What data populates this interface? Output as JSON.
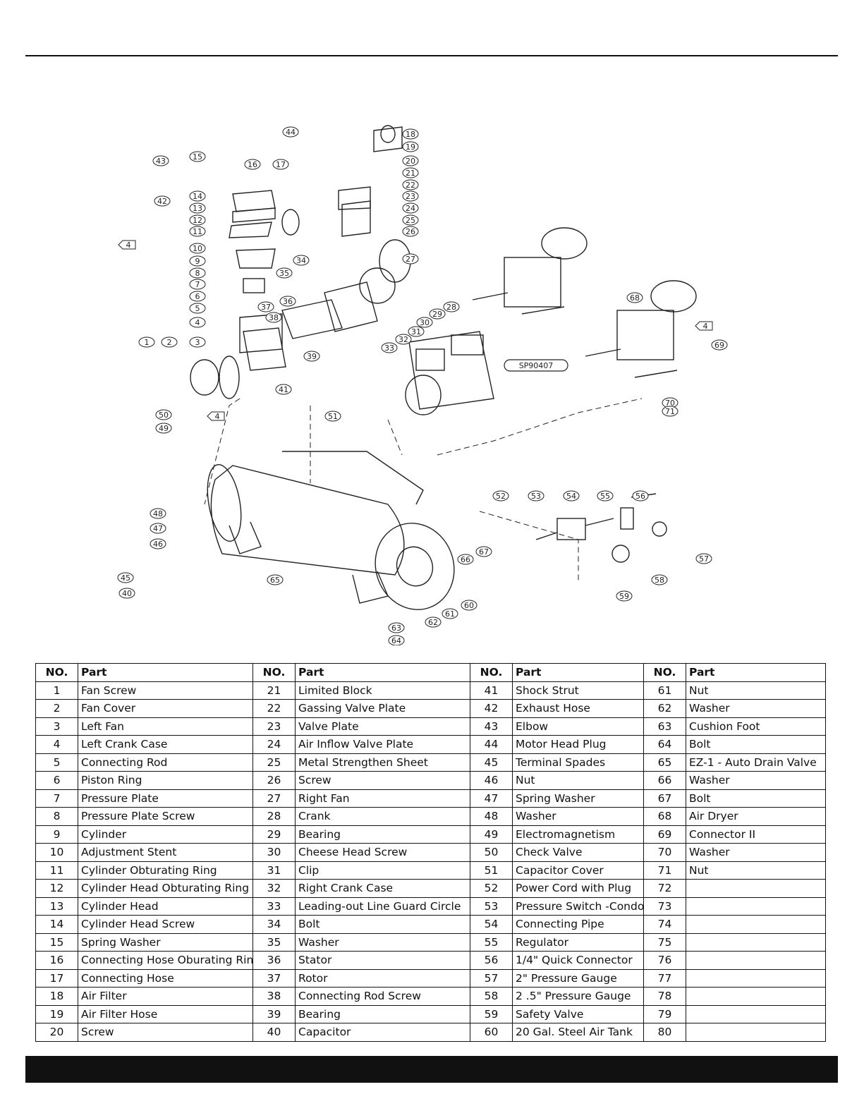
{
  "diagram": {
    "callouts": [
      "1",
      "2",
      "3",
      "4",
      "5",
      "6",
      "7",
      "8",
      "9",
      "10",
      "11",
      "12",
      "13",
      "14",
      "15",
      "16",
      "17",
      "18",
      "19",
      "20",
      "21",
      "22",
      "23",
      "24",
      "25",
      "26",
      "27",
      "28",
      "29",
      "30",
      "31",
      "32",
      "33",
      "34",
      "35",
      "36",
      "37",
      "38",
      "39",
      "40",
      "41",
      "42",
      "43",
      "44",
      "45",
      "46",
      "47",
      "48",
      "49",
      "50",
      "51",
      "52",
      "53",
      "54",
      "55",
      "56",
      "57",
      "58",
      "59",
      "60",
      "61",
      "62",
      "63",
      "64",
      "65",
      "66",
      "67",
      "68",
      "69",
      "70",
      "71"
    ],
    "model_tag": "SP90407",
    "ref_tag": "4"
  },
  "table": {
    "headers": {
      "no": "NO.",
      "part": "Part"
    },
    "rows": [
      [
        [
          "1",
          "Fan Screw"
        ],
        [
          "21",
          "Limited Block"
        ],
        [
          "41",
          "Shock Strut"
        ],
        [
          "61",
          "Nut"
        ]
      ],
      [
        [
          "2",
          "Fan Cover"
        ],
        [
          "22",
          "Gassing Valve Plate"
        ],
        [
          "42",
          "Exhaust Hose"
        ],
        [
          "62",
          "Washer"
        ]
      ],
      [
        [
          "3",
          "Left Fan"
        ],
        [
          "23",
          "Valve Plate"
        ],
        [
          "43",
          "Elbow"
        ],
        [
          "63",
          "Cushion Foot"
        ]
      ],
      [
        [
          "4",
          "Left Crank Case"
        ],
        [
          "24",
          "Air Inflow Valve Plate"
        ],
        [
          "44",
          "Motor Head Plug"
        ],
        [
          "64",
          "Bolt"
        ]
      ],
      [
        [
          "5",
          "Connecting Rod"
        ],
        [
          "25",
          "Metal Strengthen Sheet"
        ],
        [
          "45",
          "Terminal Spades"
        ],
        [
          "65",
          "EZ-1 - Auto Drain Valve"
        ]
      ],
      [
        [
          "6",
          "Piston Ring"
        ],
        [
          "26",
          "Screw"
        ],
        [
          "46",
          "Nut"
        ],
        [
          "66",
          "Washer"
        ]
      ],
      [
        [
          "7",
          "Pressure Plate"
        ],
        [
          "27",
          "Right Fan"
        ],
        [
          "47",
          "Spring Washer"
        ],
        [
          "67",
          "Bolt"
        ]
      ],
      [
        [
          "8",
          "Pressure Plate Screw"
        ],
        [
          "28",
          "Crank"
        ],
        [
          "48",
          "Washer"
        ],
        [
          "68",
          "Air Dryer"
        ]
      ],
      [
        [
          "9",
          "Cylinder"
        ],
        [
          "29",
          "Bearing"
        ],
        [
          "49",
          "Electromagnetism"
        ],
        [
          "69",
          "Connector II"
        ]
      ],
      [
        [
          "10",
          "Adjustment Stent"
        ],
        [
          "30",
          "Cheese Head Screw"
        ],
        [
          "50",
          "Check Valve"
        ],
        [
          "70",
          "Washer"
        ]
      ],
      [
        [
          "11",
          "Cylinder Obturating Ring"
        ],
        [
          "31",
          "Clip"
        ],
        [
          "51",
          "Capacitor Cover"
        ],
        [
          "71",
          "Nut"
        ]
      ],
      [
        [
          "12",
          "Cylinder Head Obturating Ring"
        ],
        [
          "32",
          "Right Crank Case"
        ],
        [
          "52",
          "Power Cord with Plug"
        ],
        [
          "72",
          ""
        ]
      ],
      [
        [
          "13",
          "Cylinder Head"
        ],
        [
          "33",
          "Leading-out Line Guard Circle"
        ],
        [
          "53",
          "Pressure Switch -Condor"
        ],
        [
          "73",
          ""
        ]
      ],
      [
        [
          "14",
          "Cylinder Head Screw"
        ],
        [
          "34",
          "Bolt"
        ],
        [
          "54",
          "Connecting Pipe"
        ],
        [
          "74",
          ""
        ]
      ],
      [
        [
          "15",
          "Spring Washer"
        ],
        [
          "35",
          "Washer"
        ],
        [
          "55",
          "Regulator"
        ],
        [
          "75",
          ""
        ]
      ],
      [
        [
          "16",
          "Connecting Hose Oburating Ring"
        ],
        [
          "36",
          "Stator"
        ],
        [
          "56",
          "1/4\" Quick Connector"
        ],
        [
          "76",
          ""
        ]
      ],
      [
        [
          "17",
          "Connecting Hose"
        ],
        [
          "37",
          "Rotor"
        ],
        [
          "57",
          "2\" Pressure Gauge"
        ],
        [
          "77",
          ""
        ]
      ],
      [
        [
          "18",
          "Air Filter"
        ],
        [
          "38",
          "Connecting Rod Screw"
        ],
        [
          "58",
          "2 .5\" Pressure Gauge"
        ],
        [
          "78",
          ""
        ]
      ],
      [
        [
          "19",
          "Air Filter Hose"
        ],
        [
          "39",
          "Bearing"
        ],
        [
          "59",
          "Safety Valve"
        ],
        [
          "79",
          ""
        ]
      ],
      [
        [
          "20",
          "Screw"
        ],
        [
          "40",
          "Capacitor"
        ],
        [
          "60",
          "20 Gal. Steel Air Tank"
        ],
        [
          "80",
          ""
        ]
      ]
    ]
  }
}
